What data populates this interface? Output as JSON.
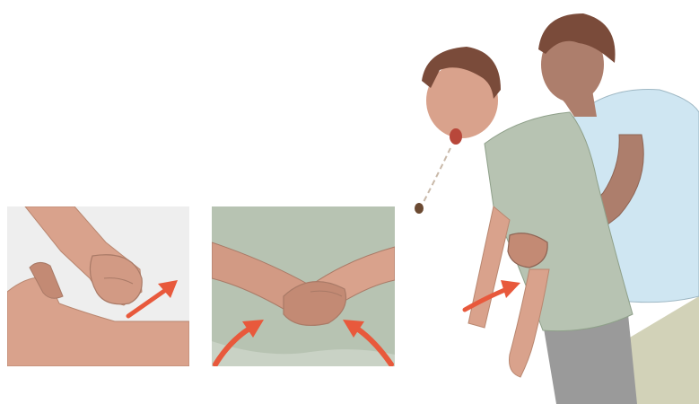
{
  "illustration": {
    "panels": [
      {
        "name": "fist-placement",
        "background": "#eeeeee"
      },
      {
        "name": "hands-on-abdomen",
        "background": "#eeeeee"
      },
      {
        "name": "heimlich-maneuver-scene",
        "background": "#ffffff"
      }
    ],
    "colors": {
      "skin": "#d9a28c",
      "skin_shadow": "#c38a74",
      "skin_dark": "#ad7e6c",
      "hair": "#7a4b3a",
      "shirt_green": "#b7c3b2",
      "shirt_blue": "#cfe6f2",
      "pants_gray": "#9a9a9a",
      "pants_khaki": "#d2d2b8",
      "arrow": "#e8593c",
      "panel_bg": "#eeeeee",
      "outline": "#6b5a52"
    },
    "arrows": {
      "count": 4,
      "color": "#e8593c"
    }
  }
}
